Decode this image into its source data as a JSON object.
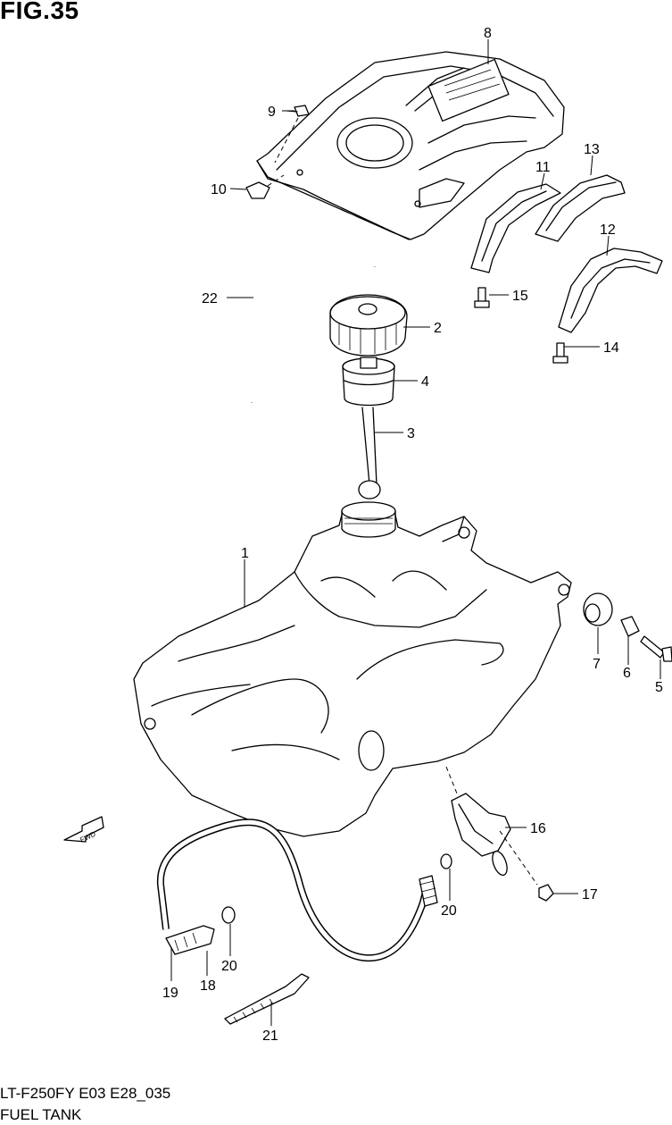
{
  "figure": {
    "title": "FIG.35",
    "code": "LT-F250FY E03 E28_035",
    "name": "FUEL TANK"
  },
  "fwd_label": "FWD",
  "callouts": [
    "1",
    "2",
    "3",
    "4",
    "5",
    "6",
    "7",
    "8",
    "9",
    "10",
    "11",
    "12",
    "13",
    "14",
    "15",
    "16",
    "17",
    "18",
    "19",
    "20",
    "20",
    "21",
    "22"
  ]
}
